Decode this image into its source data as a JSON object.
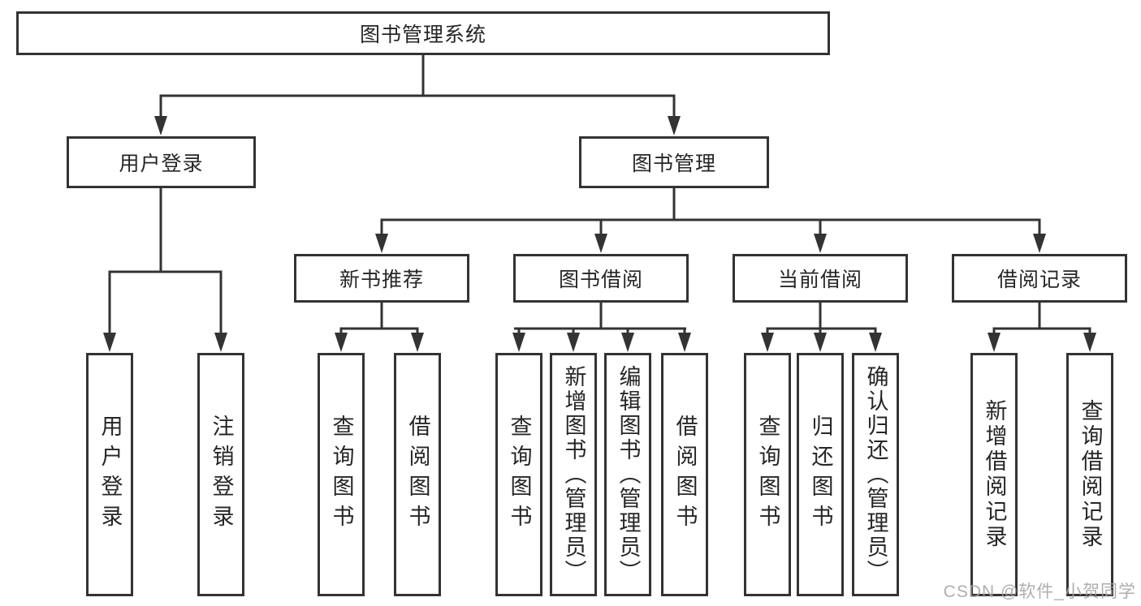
{
  "diagram": {
    "root": {
      "label": "图书管理系统"
    },
    "user_login": {
      "label": "用户登录",
      "children": [
        {
          "label": "用户登录"
        },
        {
          "label": "注销登录"
        }
      ]
    },
    "book_management": {
      "label": "图书管理",
      "modules": [
        {
          "label": "新书推荐",
          "children": [
            {
              "label": "查询图书"
            },
            {
              "label": "借阅图书"
            }
          ]
        },
        {
          "label": "图书借阅",
          "children": [
            {
              "label": "查询图书"
            },
            {
              "label": "新增图书（管理员）"
            },
            {
              "label": "编辑图书（管理员）"
            },
            {
              "label": "借阅图书"
            }
          ]
        },
        {
          "label": "当前借阅",
          "children": [
            {
              "label": "查询图书"
            },
            {
              "label": "归还图书"
            },
            {
              "label": "确认归还（管理员）"
            }
          ]
        },
        {
          "label": "借阅记录",
          "children": [
            {
              "label": "新增借阅记录"
            },
            {
              "label": "查询借阅记录"
            }
          ]
        }
      ]
    }
  },
  "watermark": {
    "text": "CSDN @软件_小贺同学"
  },
  "colors": {
    "line": "#333333",
    "border": "#333333",
    "text": "#262626",
    "background": "#ffffff",
    "watermark": "#a5a5a5"
  }
}
